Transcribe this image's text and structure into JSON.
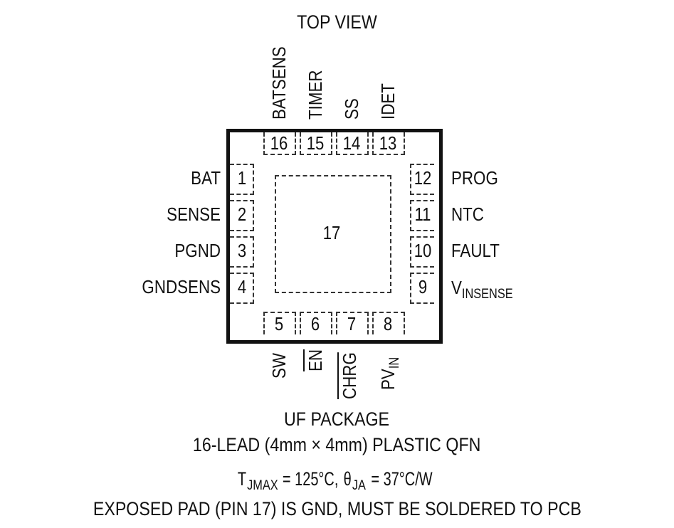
{
  "title": "TOP VIEW",
  "exposed_pad_number": "17",
  "left_pins": [
    {
      "num": "1",
      "label": "BAT"
    },
    {
      "num": "2",
      "label": "SENSE"
    },
    {
      "num": "3",
      "label": "PGND"
    },
    {
      "num": "4",
      "label": "GNDSENS"
    }
  ],
  "bottom_pins": [
    {
      "num": "5",
      "label": "SW"
    },
    {
      "num": "6",
      "label": "EN"
    },
    {
      "num": "7",
      "label": "CHRG"
    },
    {
      "num": "8",
      "label_main": "PV",
      "label_sub": "IN"
    }
  ],
  "right_pins": [
    {
      "num": "9",
      "label_main": "V",
      "label_sub": "INSENSE"
    },
    {
      "num": "10",
      "label": "FAULT"
    },
    {
      "num": "11",
      "label": "NTC"
    },
    {
      "num": "12",
      "label": "PROG"
    }
  ],
  "top_pins": [
    {
      "num": "13",
      "label": "IDET"
    },
    {
      "num": "14",
      "label": "SS"
    },
    {
      "num": "15",
      "label": "TIMER"
    },
    {
      "num": "16",
      "label": "BATSENS"
    }
  ],
  "package_line1": "UF PACKAGE",
  "package_line2": "16-LEAD (4mm × 4mm) PLASTIC QFN",
  "thermal": {
    "t_main": "T",
    "t_sub": "JMAX",
    "t_value": " = 125°C, ",
    "theta_main": "θ",
    "theta_sub": "JA",
    "theta_value": " = 37°C/W"
  },
  "note": "EXPOSED PAD (PIN 17) IS GND, MUST BE SOLDERED TO PCB"
}
